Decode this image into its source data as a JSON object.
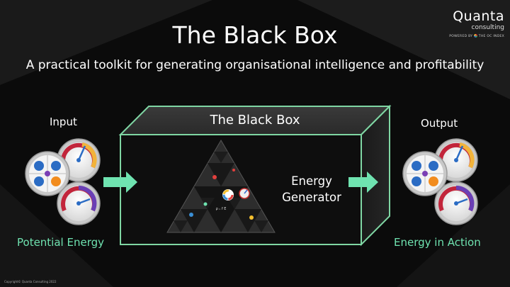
{
  "title": "The Black Box",
  "subtitle": "A practical toolkit for generating organisational intelligence and profitability",
  "logo": {
    "name": "Quanta",
    "tagline": "consulting",
    "powered_by": "POWERED BY",
    "index_name": "THE OC INDEX"
  },
  "box": {
    "title": "The Black Box"
  },
  "input": {
    "heading": "Input",
    "caption": "Potential Energy"
  },
  "output": {
    "heading": "Output",
    "caption": "Energy in Action"
  },
  "engine": {
    "line1": "Energy",
    "line2": "Generator"
  },
  "pyramid_symbols": "ρ ₙ f E",
  "copyright": "Copyright© Quanta Consulting 2022",
  "colors": {
    "accent_green": "#6fe3b0",
    "box_stroke": "#7fd6a3",
    "background": "#0d0d0d"
  }
}
